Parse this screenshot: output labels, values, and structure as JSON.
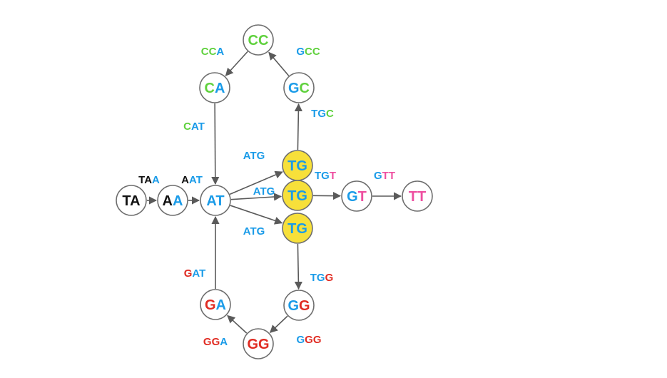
{
  "colors": {
    "A": "#1a9be8",
    "C": "#5fd13d",
    "G": "#e02b22",
    "T": "#1a9be8",
    "T2": "#ee4fa0",
    "black": "#111111",
    "highlight": "#f7e03a"
  },
  "nodes": [
    {
      "id": "TA",
      "label": "TA"
    },
    {
      "id": "AA",
      "label": "AA"
    },
    {
      "id": "AT",
      "label": "AT"
    },
    {
      "id": "CA",
      "label": "CA"
    },
    {
      "id": "CC",
      "label": "CC"
    },
    {
      "id": "GC",
      "label": "GC"
    },
    {
      "id": "TG1",
      "label": "TG",
      "highlighted": true
    },
    {
      "id": "TG2",
      "label": "TG",
      "highlighted": true
    },
    {
      "id": "TG3",
      "label": "TG",
      "highlighted": true
    },
    {
      "id": "GT",
      "label": "GT"
    },
    {
      "id": "TT",
      "label": "TT"
    },
    {
      "id": "GA",
      "label": "GA"
    },
    {
      "id": "GG1",
      "label": "GG"
    },
    {
      "id": "GG2",
      "label": "GG"
    }
  ],
  "edges": [
    {
      "from": "TA",
      "to": "AA",
      "label": "TAA"
    },
    {
      "from": "AA",
      "to": "AT",
      "label": "AAT"
    },
    {
      "from": "CA",
      "to": "AT",
      "label": "CAT"
    },
    {
      "from": "CC",
      "to": "CA",
      "label": "CCA"
    },
    {
      "from": "GC",
      "to": "CC",
      "label": "GCC"
    },
    {
      "from": "TG1",
      "to": "GC",
      "label": "TGC"
    },
    {
      "from": "AT",
      "to": "TG1",
      "label": "ATG"
    },
    {
      "from": "AT",
      "to": "TG2",
      "label": "ATG"
    },
    {
      "from": "AT",
      "to": "TG3",
      "label": "ATG"
    },
    {
      "from": "TG2",
      "to": "GT",
      "label": "TGT"
    },
    {
      "from": "GT",
      "to": "TT",
      "label": "GTT"
    },
    {
      "from": "TG3",
      "to": "GG1",
      "label": "TGG"
    },
    {
      "from": "GG1",
      "to": "GG2",
      "label": "GGG"
    },
    {
      "from": "GG2",
      "to": "GA",
      "label": "GGA"
    },
    {
      "from": "GA",
      "to": "AT",
      "label": "GAT"
    }
  ]
}
